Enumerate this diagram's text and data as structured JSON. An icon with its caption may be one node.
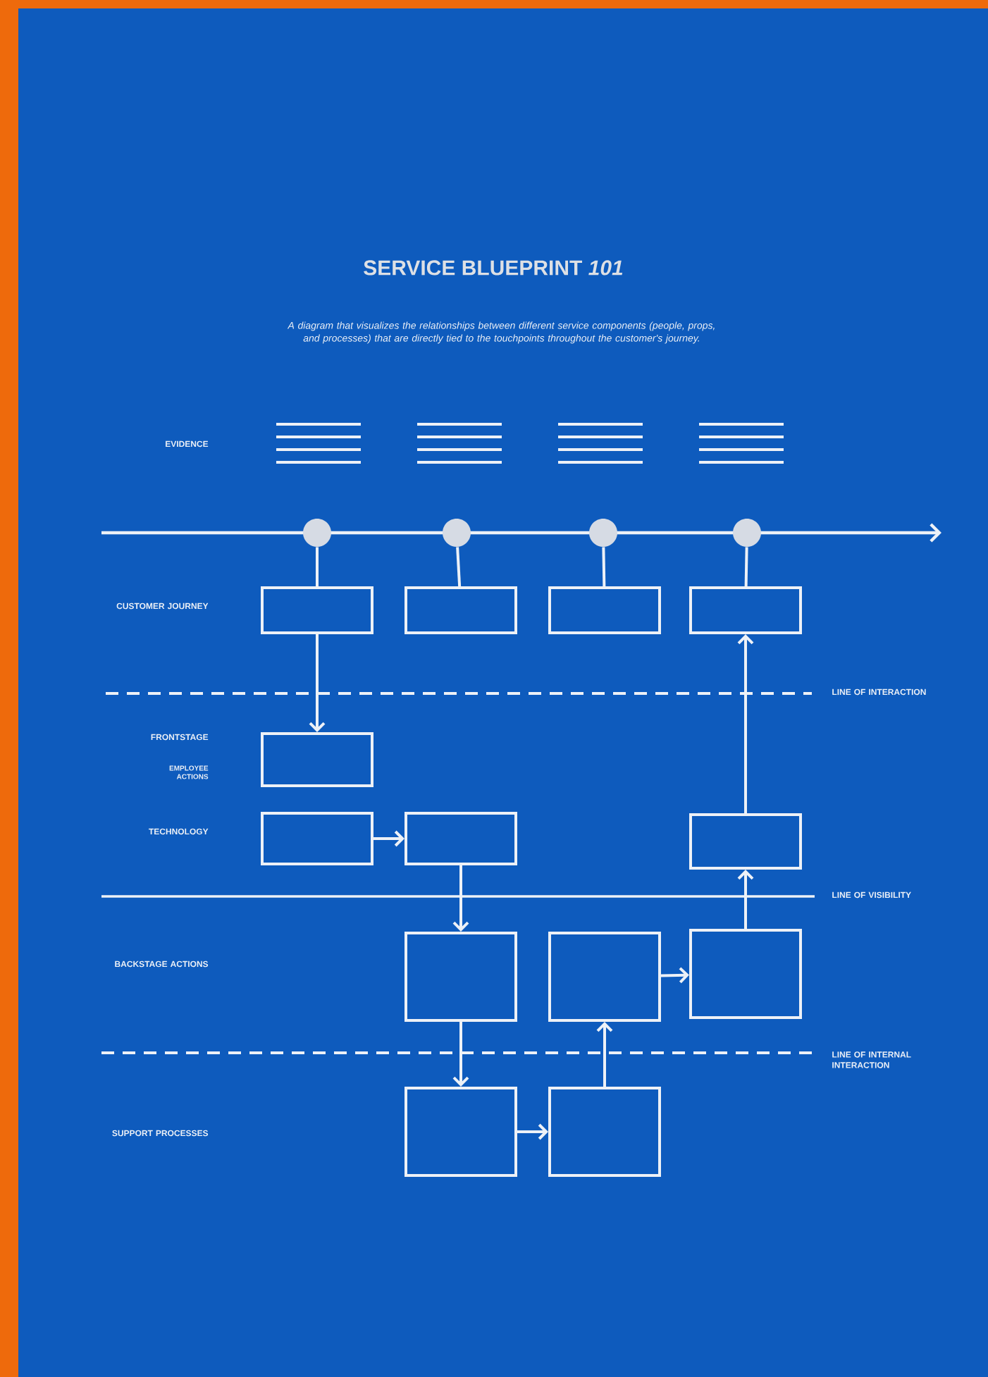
{
  "diagram": {
    "title": "SERVICE BLUEPRINT *101*",
    "caption": "A diagram that visualizes the relationships between different service components (people, props, and processes) that are directly tied to the touchpoints throughout the customer's journey.",
    "nodes": [
      {
        "text": [],
        "shape": "circle"
      },
      {
        "text": [],
        "shape": "circle"
      },
      {
        "text": [],
        "shape": "circle"
      },
      {
        "text": [],
        "shape": "circle"
      },
      {
        "text": [],
        "shape": "box"
      },
      {
        "text": [],
        "shape": "box"
      },
      {
        "text": [],
        "shape": "box"
      },
      {
        "text": [],
        "shape": "box"
      },
      {
        "text": [],
        "shape": "box"
      },
      {
        "text": [],
        "shape": "box"
      },
      {
        "text": [],
        "shape": "box"
      },
      {
        "text": [],
        "shape": "box"
      },
      {
        "text": [],
        "shape": "box"
      },
      {
        "text": [],
        "shape": "box"
      },
      {
        "text": [],
        "shape": "box"
      },
      {
        "text": [],
        "shape": "box"
      },
      {
        "text": [],
        "shape": "box"
      }
    ],
    "edges": [
      {
        "from": 0,
        "to": 4,
        "arrow": "none"
      },
      {
        "from": 1,
        "to": 5,
        "arrow": "none"
      },
      {
        "from": 2,
        "to": 6,
        "arrow": "none"
      },
      {
        "from": 3,
        "to": 7,
        "arrow": "none"
      },
      {
        "from": 4,
        "to": 8,
        "arrow": "to"
      },
      {
        "from": 9,
        "to": 10,
        "arrow": "to"
      },
      {
        "from": 10,
        "to": 12,
        "arrow": "to"
      },
      {
        "from": 12,
        "to": 15,
        "arrow": "to"
      },
      {
        "from": 15,
        "to": 16,
        "arrow": "to"
      },
      {
        "from": 16,
        "to": 13,
        "arrow": "to"
      },
      {
        "from": 13,
        "to": 14,
        "arrow": "to"
      },
      {
        "from": 14,
        "to": 11,
        "arrow": "to"
      },
      {
        "from": 11,
        "to": 7,
        "arrow": "to"
      }
    ],
    "labels": [
      "EVIDENCE",
      "CUSTOMER JOURNEY",
      "LINE OF INTERACTION",
      "FRONTSTAGE",
      "EMPLOYEE ACTIONS",
      "TECHNOLOGY",
      "LINE OF VISIBILITY",
      "BACKSTAGE ACTIONS",
      "LINE OF INTERNAL INTERACTION",
      "SUPPORT PROCESSES"
    ]
  }
}
